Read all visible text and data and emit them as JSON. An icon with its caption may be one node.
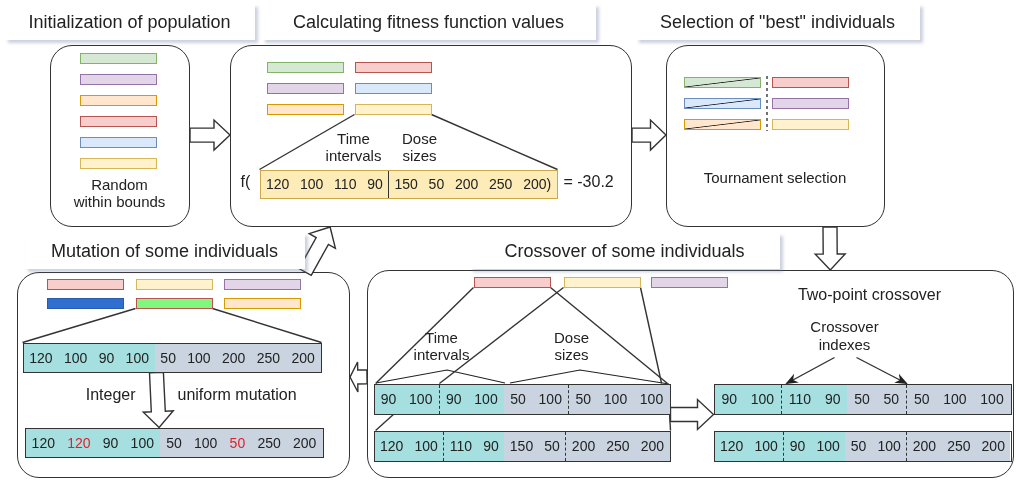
{
  "diagram": {
    "nodes": [
      {
        "text": [
          "Initialization of population",
          "Random within bounds"
        ]
      },
      {
        "text": [
          "Calculating fitness function values",
          "Time intervals",
          "Dose sizes"
        ]
      },
      {
        "text": [
          "120",
          "100",
          "110",
          "90",
          "150",
          "50",
          "200",
          "250",
          "200)"
        ],
        "in": 1,
        "beside": [
          "f(",
          "= -30.2"
        ]
      },
      {
        "text": [
          "Selection of \"best\" individuals",
          "Tournament selection"
        ]
      },
      {
        "text": [
          "Crossover of some individuals",
          "Two-point crossover",
          "Time intervals",
          "Dose sizes"
        ]
      },
      {
        "text": [
          "90",
          "100",
          "90",
          "100",
          "50",
          "100",
          "50",
          "100",
          "100"
        ],
        "in": 4
      },
      {
        "text": [
          "120",
          "100",
          "110",
          "90",
          "150",
          "50",
          "200",
          "250",
          "200"
        ],
        "in": 4
      },
      {
        "text": [
          "90",
          "100",
          "110",
          "90",
          "50",
          "50",
          "50",
          "100",
          "100"
        ],
        "in": 4
      },
      {
        "text": [
          "120",
          "100",
          "90",
          "100",
          "50",
          "100",
          "200",
          "250",
          "200"
        ],
        "in": 4
      },
      {
        "text": [
          "Crossover indexes"
        ],
        "in": 4
      },
      {
        "text": [
          "Mutation of some individuals",
          "Integer",
          "uniform mutation"
        ]
      },
      {
        "text": [
          "120",
          "100",
          "90",
          "100",
          "50",
          "100",
          "200",
          "250",
          "200"
        ],
        "in": 10
      },
      {
        "text": [
          "120",
          "120",
          "90",
          "100",
          "50",
          "100",
          "50",
          "250",
          "200"
        ],
        "in": 10
      },
      {
        "text": [],
        "shape": "bar",
        "in": 0
      },
      {
        "text": [],
        "shape": "bar",
        "in": 0
      },
      {
        "text": [],
        "shape": "bar",
        "in": 0
      },
      {
        "text": [],
        "shape": "bar",
        "in": 0
      },
      {
        "text": [],
        "shape": "bar",
        "in": 0
      },
      {
        "text": [],
        "shape": "bar",
        "in": 0
      },
      {
        "text": [],
        "shape": "bar",
        "in": 1
      },
      {
        "text": [],
        "shape": "bar",
        "in": 1
      },
      {
        "text": [],
        "shape": "bar",
        "in": 1
      },
      {
        "text": [],
        "shape": "bar",
        "in": 1
      },
      {
        "text": [],
        "shape": "bar",
        "in": 1
      },
      {
        "text": [],
        "shape": "bar",
        "in": 1
      },
      {
        "text": [],
        "shape": "bar",
        "in": 3
      },
      {
        "text": [],
        "shape": "bar",
        "in": 3
      },
      {
        "text": [],
        "shape": "bar",
        "in": 3
      },
      {
        "text": [],
        "shape": "bar",
        "in": 3
      },
      {
        "text": [],
        "shape": "bar",
        "in": 3
      },
      {
        "text": [],
        "shape": "bar",
        "in": 3
      },
      {
        "text": [],
        "shape": "bar",
        "in": 4
      },
      {
        "text": [],
        "shape": "bar",
        "in": 4
      },
      {
        "text": [],
        "shape": "bar",
        "in": 4
      },
      {
        "text": [],
        "shape": "bar",
        "in": 10
      },
      {
        "text": [],
        "shape": "bar",
        "in": 10
      },
      {
        "text": [],
        "shape": "bar",
        "in": 10
      },
      {
        "text": [],
        "shape": "bar",
        "in": 10
      },
      {
        "text": [],
        "shape": "bar",
        "in": 10
      },
      {
        "text": [],
        "shape": "bar",
        "in": 10
      }
    ],
    "edges": [
      {
        "from": 0,
        "to": 1,
        "arrow": "to"
      },
      {
        "from": 1,
        "to": 3,
        "arrow": "to"
      },
      {
        "from": 3,
        "to": 4,
        "arrow": "to"
      },
      {
        "from": 4,
        "to": 10,
        "arrow": "to"
      },
      {
        "from": 10,
        "to": 1,
        "arrow": "to"
      },
      {
        "from": 5,
        "to": 7,
        "arrow": "to"
      },
      {
        "from": 11,
        "to": 12,
        "arrow": "to"
      },
      {
        "from": 9,
        "to": 7,
        "arrow": "to"
      },
      {
        "from": 9,
        "to": 7,
        "arrow": "to"
      },
      {
        "from": 24,
        "to": 2,
        "arrow": "none"
      },
      {
        "from": 24,
        "to": 2,
        "arrow": "none"
      },
      {
        "from": 38,
        "to": 11,
        "arrow": "none"
      },
      {
        "from": 38,
        "to": 11,
        "arrow": "none"
      },
      {
        "from": 31,
        "to": 5,
        "arrow": "none"
      },
      {
        "from": 31,
        "to": 5,
        "arrow": "none"
      },
      {
        "from": 32,
        "to": 5,
        "arrow": "none"
      },
      {
        "from": 32,
        "to": 5,
        "arrow": "none"
      },
      {
        "from": 5,
        "to": 6,
        "arrow": "none"
      },
      {
        "from": 5,
        "to": 6,
        "arrow": "none"
      }
    ]
  }
}
